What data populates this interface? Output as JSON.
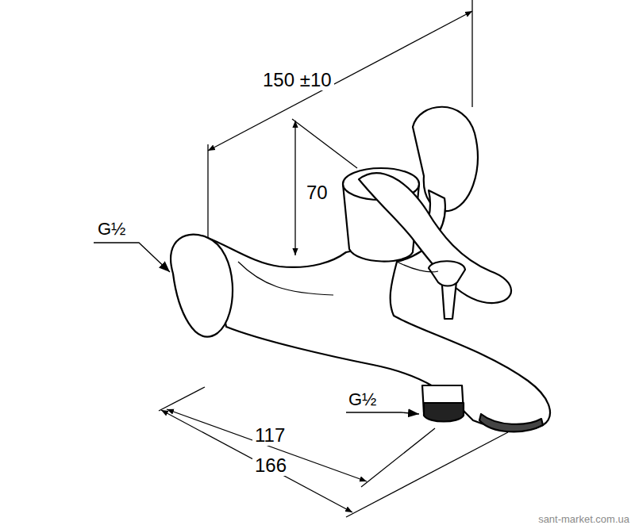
{
  "diagram": {
    "labels": [
      "150 ±10",
      "70",
      "G½",
      "G½",
      "117",
      "166",
      "sant-market.com.ua"
    ]
  }
}
